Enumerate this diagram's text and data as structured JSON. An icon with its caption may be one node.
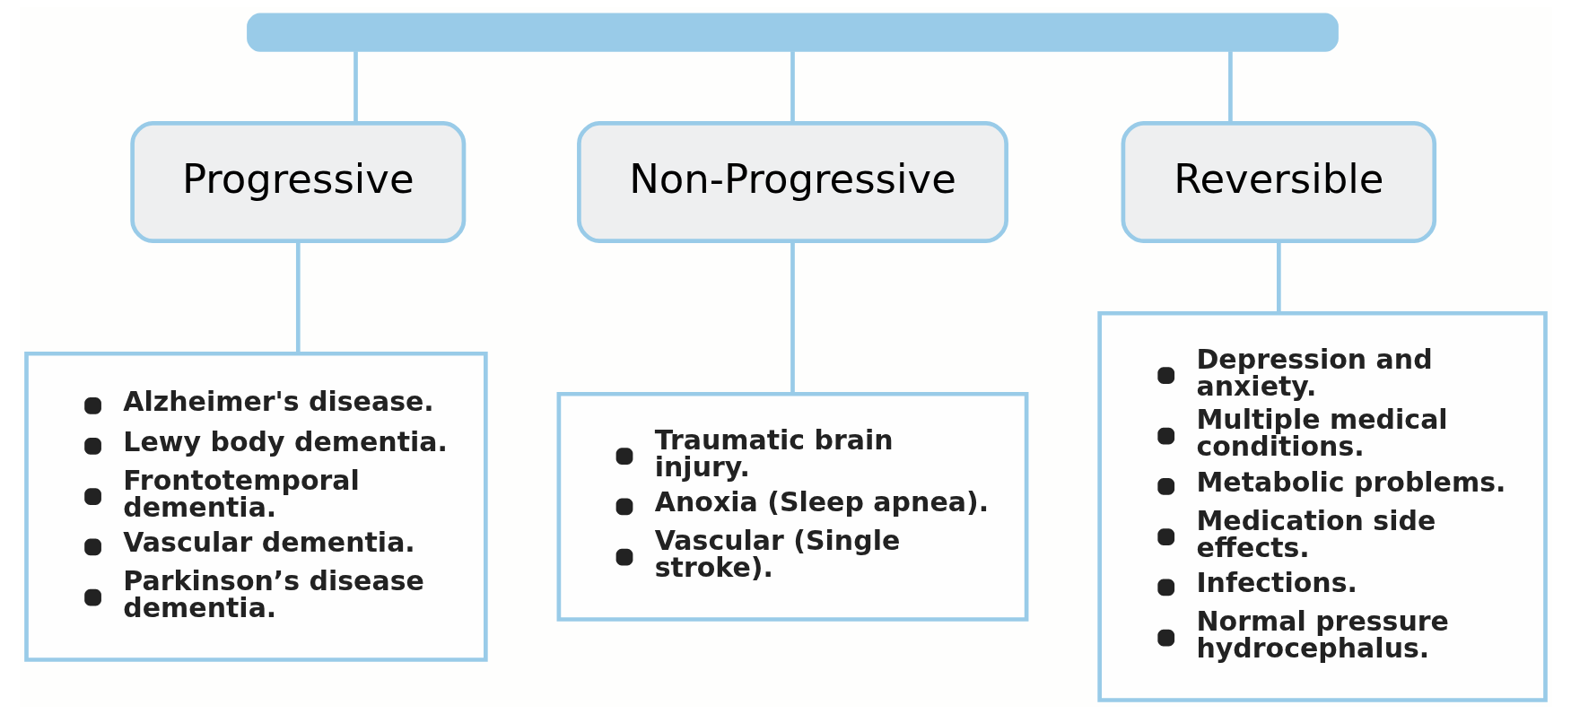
{
  "diagram": {
    "nodes": [
      {
        "text": [],
        "shape": "box"
      },
      {
        "text": [
          "Progressive"
        ]
      },
      {
        "text": [
          "Non-Progressive"
        ]
      },
      {
        "text": [
          "Reversible"
        ]
      },
      {
        "text": [
          "Alzheimer's disease.",
          "Lewy body dementia.",
          "Frontotemporal dementia.",
          "Vascular dementia.",
          "Parkinson’s disease dementia."
        ]
      },
      {
        "text": [
          "Traumatic brain injury.",
          "Anoxia (Sleep apnea).",
          "Vascular (Single stroke)."
        ]
      },
      {
        "text": [
          "Depression and anxiety.",
          "Multiple medical conditions.",
          "Metabolic problems.",
          "Medication side effects.",
          "Infections.",
          "Normal pressure hydrocephalus."
        ]
      }
    ],
    "edges": [
      {
        "from": 0,
        "to": 1,
        "arrow": "none"
      },
      {
        "from": 0,
        "to": 2,
        "arrow": "none"
      },
      {
        "from": 0,
        "to": 3,
        "arrow": "none"
      },
      {
        "from": 1,
        "to": 4,
        "arrow": "none"
      },
      {
        "from": 2,
        "to": 5,
        "arrow": "none"
      },
      {
        "from": 3,
        "to": 6,
        "arrow": "none"
      }
    ]
  }
}
